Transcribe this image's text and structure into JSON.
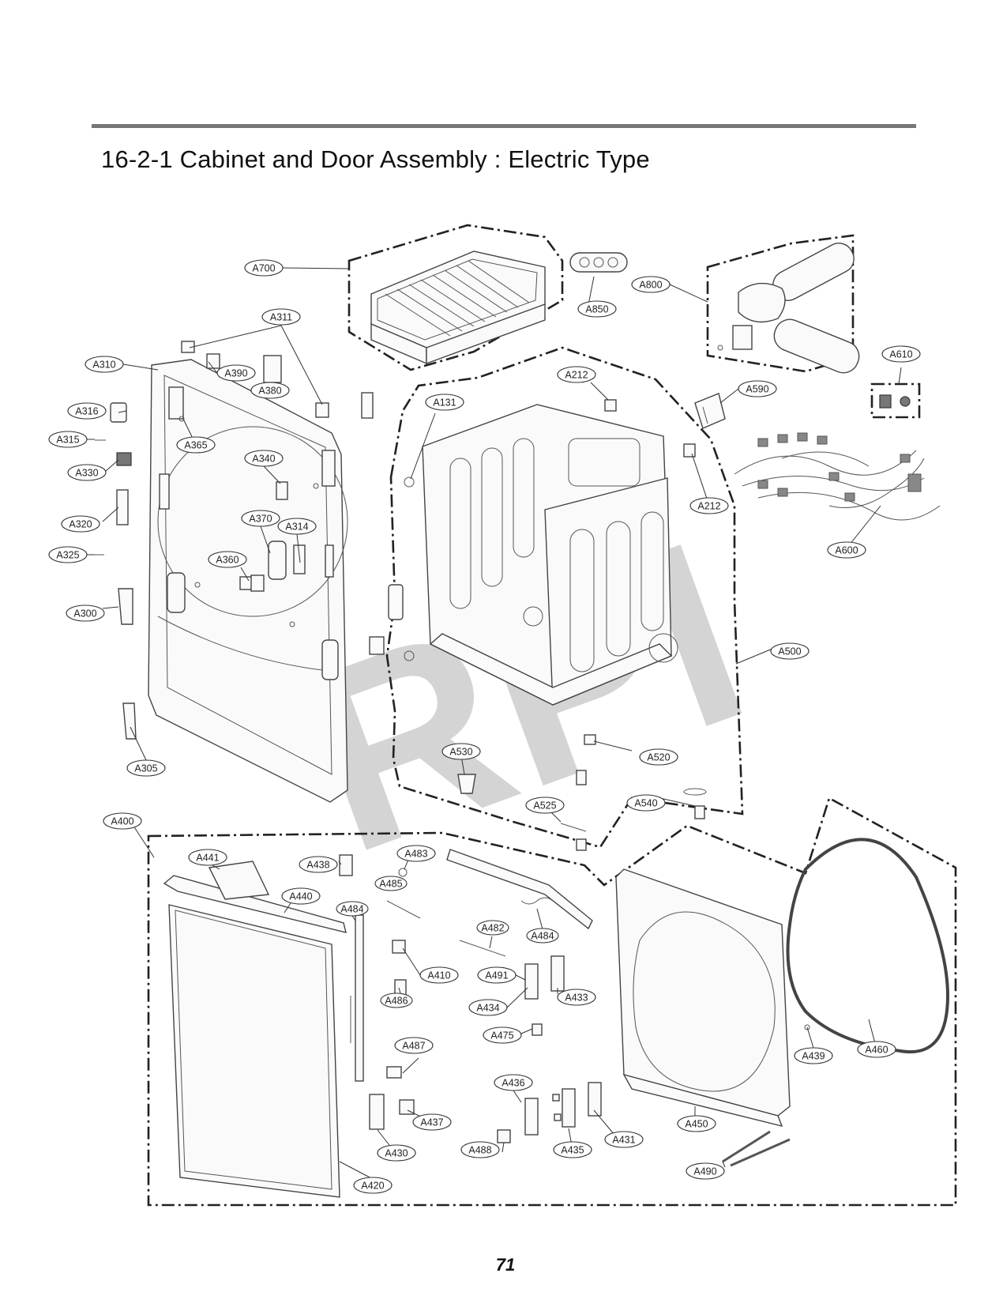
{
  "page": {
    "title": "16-2-1 Cabinet and Door Assembly : Electric Type",
    "page_number": "71",
    "watermark": "RPI"
  },
  "callouts": [
    {
      "id": "A700",
      "label": "A700"
    },
    {
      "id": "A850",
      "label": "A850"
    },
    {
      "id": "A800",
      "label": "A800"
    },
    {
      "id": "A311",
      "label": "A311"
    },
    {
      "id": "A310",
      "label": "A310"
    },
    {
      "id": "A390",
      "label": "A390"
    },
    {
      "id": "A380",
      "label": "A380"
    },
    {
      "id": "A610",
      "label": "A610"
    },
    {
      "id": "A212a",
      "label": "A212"
    },
    {
      "id": "A590",
      "label": "A590"
    },
    {
      "id": "A131",
      "label": "A131"
    },
    {
      "id": "A316",
      "label": "A316"
    },
    {
      "id": "A315",
      "label": "A315"
    },
    {
      "id": "A365",
      "label": "A365"
    },
    {
      "id": "A340",
      "label": "A340"
    },
    {
      "id": "A330",
      "label": "A330"
    },
    {
      "id": "A212b",
      "label": "A212"
    },
    {
      "id": "A320",
      "label": "A320"
    },
    {
      "id": "A370",
      "label": "A370"
    },
    {
      "id": "A314",
      "label": "A314"
    },
    {
      "id": "A600",
      "label": "A600"
    },
    {
      "id": "A325",
      "label": "A325"
    },
    {
      "id": "A360",
      "label": "A360"
    },
    {
      "id": "A300",
      "label": "A300"
    },
    {
      "id": "A500",
      "label": "A500"
    },
    {
      "id": "A305",
      "label": "A305"
    },
    {
      "id": "A530",
      "label": "A530"
    },
    {
      "id": "A520",
      "label": "A520"
    },
    {
      "id": "A525",
      "label": "A525"
    },
    {
      "id": "A540",
      "label": "A540"
    },
    {
      "id": "A400",
      "label": "A400"
    },
    {
      "id": "A441",
      "label": "A441"
    },
    {
      "id": "A438",
      "label": "A438"
    },
    {
      "id": "A483",
      "label": "A483"
    },
    {
      "id": "A485",
      "label": "A485"
    },
    {
      "id": "A440",
      "label": "A440"
    },
    {
      "id": "A484a",
      "label": "A484"
    },
    {
      "id": "A482",
      "label": "A482"
    },
    {
      "id": "A484b",
      "label": "A484"
    },
    {
      "id": "A410",
      "label": "A410"
    },
    {
      "id": "A491",
      "label": "A491"
    },
    {
      "id": "A433",
      "label": "A433"
    },
    {
      "id": "A486",
      "label": "A486"
    },
    {
      "id": "A434",
      "label": "A434"
    },
    {
      "id": "A475",
      "label": "A475"
    },
    {
      "id": "A487",
      "label": "A487"
    },
    {
      "id": "A439",
      "label": "A439"
    },
    {
      "id": "A460",
      "label": "A460"
    },
    {
      "id": "A436",
      "label": "A436"
    },
    {
      "id": "A437",
      "label": "A437"
    },
    {
      "id": "A450",
      "label": "A450"
    },
    {
      "id": "A431",
      "label": "A431"
    },
    {
      "id": "A430",
      "label": "A430"
    },
    {
      "id": "A488",
      "label": "A488"
    },
    {
      "id": "A435",
      "label": "A435"
    },
    {
      "id": "A490",
      "label": "A490"
    },
    {
      "id": "A420",
      "label": "A420"
    }
  ]
}
